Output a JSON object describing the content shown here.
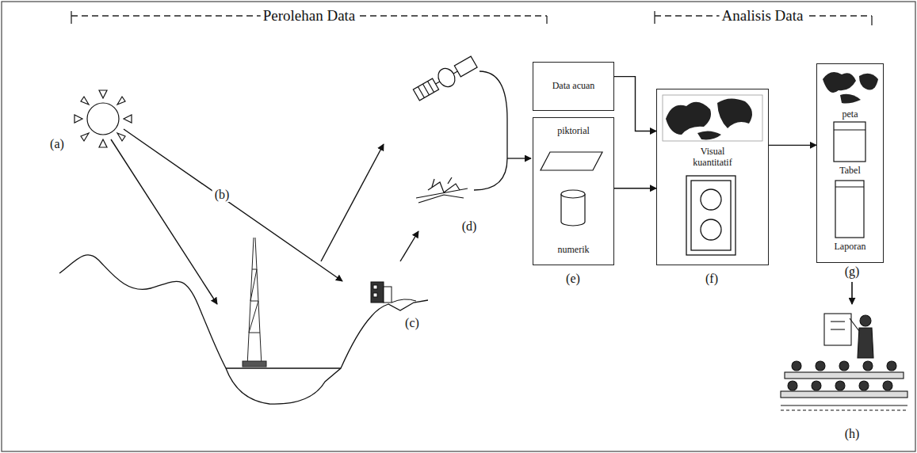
{
  "diagram": {
    "nodes": [
      {
        "text": [
          "Data acuan"
        ]
      },
      {
        "text": [
          "piktorial",
          "numerik"
        ]
      },
      {
        "text": [
          "Visual kuantitatif"
        ]
      },
      {
        "text": [
          "peta",
          "Tabel",
          "Laporan"
        ]
      }
    ],
    "edges": [
      {
        "from": 0,
        "to": 2,
        "arrow": "to"
      },
      {
        "from": 1,
        "to": 2,
        "arrow": "to"
      },
      {
        "from": 2,
        "to": 3,
        "arrow": "to"
      }
    ],
    "labels": [
      "Perolehan Data",
      "Analisis Data",
      "(a)",
      "(b)",
      "(c)",
      "(d)",
      "(e)",
      "(f)",
      "(g)",
      "(h)"
    ]
  }
}
